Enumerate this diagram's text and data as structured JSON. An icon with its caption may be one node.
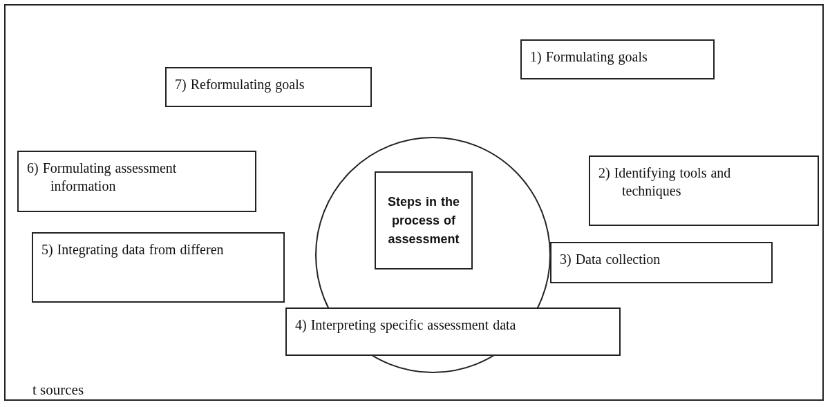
{
  "diagram": {
    "nodes": [
      {
        "text": [
          "1) Formulating goals"
        ]
      },
      {
        "text": [
          "7) Reformulating goals"
        ]
      },
      {
        "text": [
          "6) Formulating assessment information"
        ]
      },
      {
        "text": [],
        "shape": "circle"
      },
      {
        "text": [
          "Steps in the process of assessment"
        ],
        "in": 3
      },
      {
        "text": [
          "2) Identifying tools and techniques"
        ]
      },
      {
        "text": [
          "5) Integrating data from differen"
        ]
      },
      {
        "text": [
          "3) Data collection"
        ]
      },
      {
        "text": [
          "4) Interpreting specific assessment data"
        ]
      }
    ],
    "edges": [],
    "labels": [
      "t sources"
    ]
  }
}
